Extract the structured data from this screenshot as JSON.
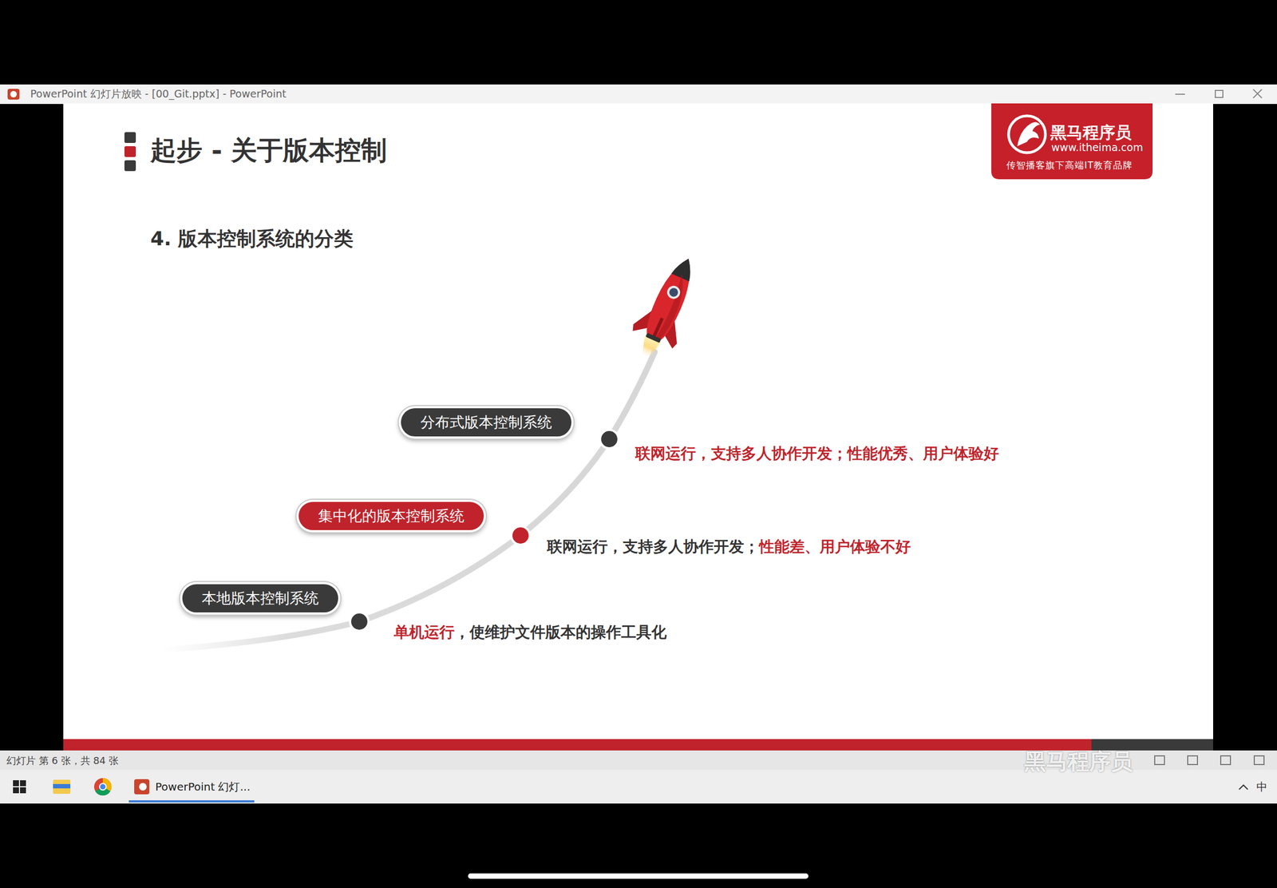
{
  "diagram": {
    "title": "起步 - 关于版本控制",
    "nodes": [
      {
        "text": [
          "分布式版本控制系统"
        ]
      },
      {
        "text": [
          "集中化的版本控制系统"
        ]
      },
      {
        "text": [
          "本地版本控制系统"
        ]
      }
    ],
    "labels": [
      "PowerPoint 幻灯片放映 - [00_Git.pptx] - PowerPoint",
      "黑马程序员",
      "www.itheima.com",
      "传智播客旗下高端IT教育品牌",
      "4. 版本控制系统的分类",
      "联网运行，支持多人协作开发；性能优秀、用户体验好",
      "联网运行，支持多人协作开发；",
      "性能差、用户体验不好",
      "单机运行",
      "，使维护文件版本的操作工具化",
      "幻灯片 第 6 张，共 84 张",
      "PowerPoint 幻灯...",
      "黑马程序员",
      "中"
    ]
  }
}
